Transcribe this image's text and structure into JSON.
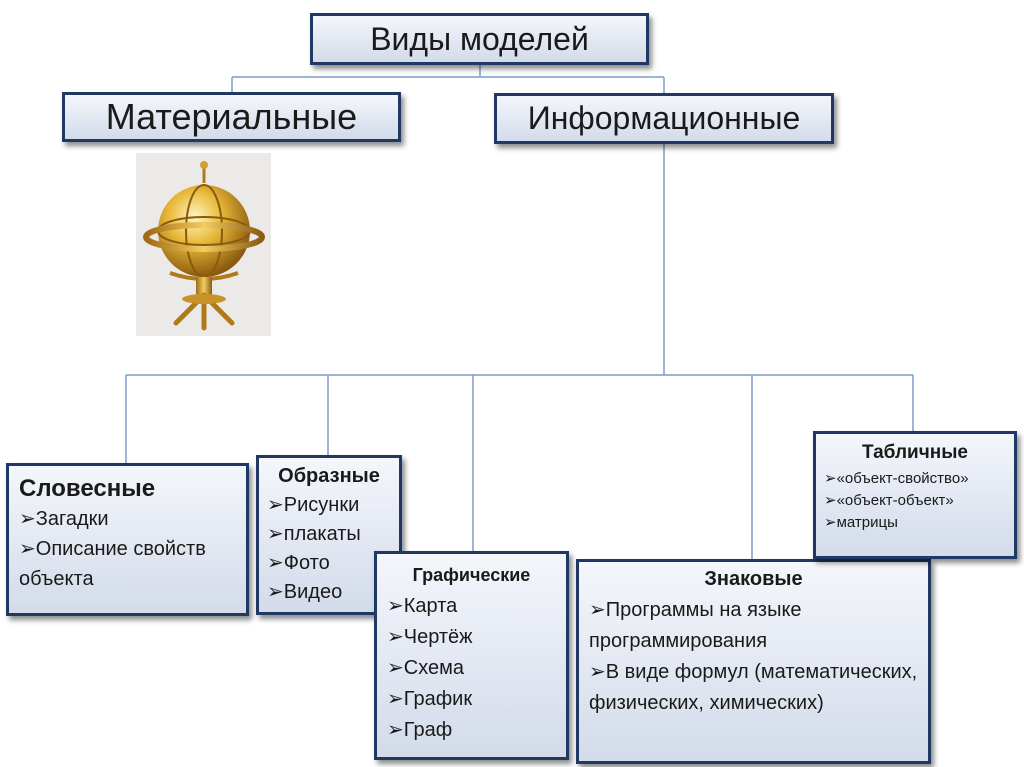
{
  "root": {
    "label": "Виды моделей"
  },
  "branches": {
    "material": {
      "label": "Материальные"
    },
    "informational": {
      "label": "Информационные"
    }
  },
  "image": {
    "description_icon": "globe-icon"
  },
  "leaves": {
    "slovesnye": {
      "title": "Словесные",
      "items": [
        "➢Загадки",
        "➢Описание свойств объекта"
      ]
    },
    "obraznye": {
      "title": "Образные",
      "items": [
        "➢Рисунки",
        "➢плакаты",
        "➢Фото",
        "➢Видео"
      ]
    },
    "graficheskie": {
      "title": "Графические",
      "items": [
        "➢Карта",
        "➢Чертёж",
        "➢Схема",
        "➢График",
        "➢Граф"
      ]
    },
    "znakovye": {
      "title": "Знаковые",
      "items": [
        "➢Программы на языке программирования",
        "➢В виде формул (математических, физических, химических)"
      ]
    },
    "tablichnye": {
      "title": "Табличные",
      "items": [
        "➢«объект-свойство»",
        "➢«объект-объект»",
        "➢матрицы"
      ]
    }
  },
  "colors": {
    "border": "#1f3864",
    "connector": "#5a7fb3",
    "box_top": "#f4f6fb",
    "box_bottom": "#d3dbea"
  }
}
